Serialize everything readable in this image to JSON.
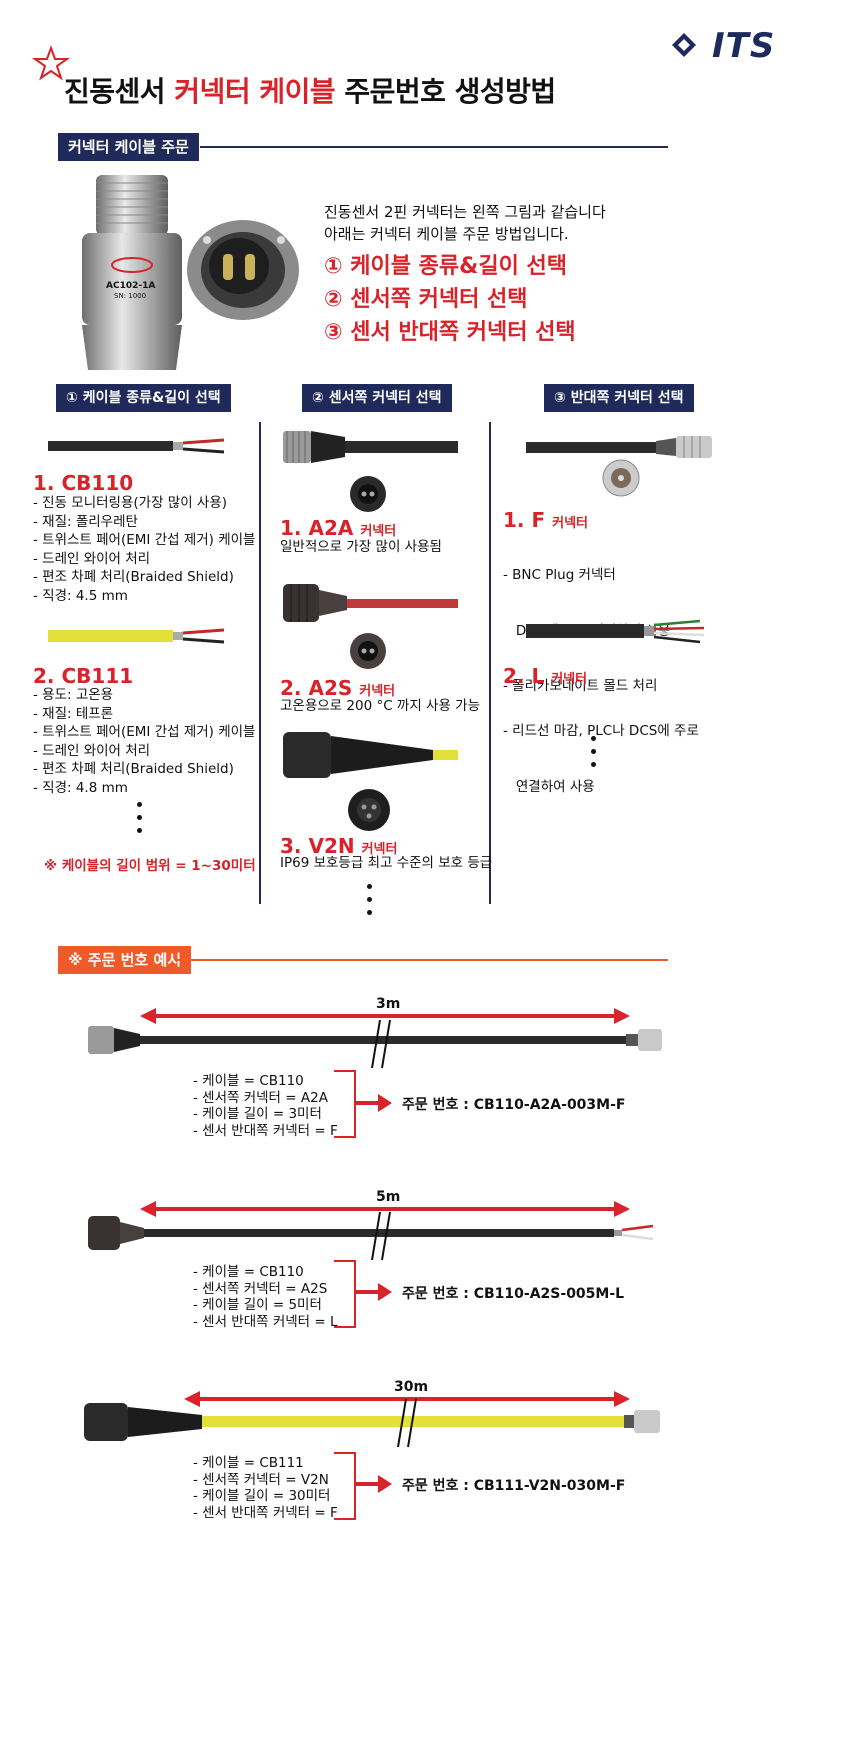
{
  "brand": {
    "logo_text": "ITS"
  },
  "title": {
    "part1": "진동센서 ",
    "part2": "커넥터 케이블",
    "part3": " 주문번호 생성방법"
  },
  "section1": {
    "heading": "커넥터 케이블 주문"
  },
  "intro": {
    "line1": "진동센서 2핀 커넥터는 왼쪽 그림과 같습니다",
    "line2": "아래는 커넥터 케이블 주문 방법입니다.",
    "steps": [
      "① 케이블 종류&길이 선택",
      "② 센서쪽 커넥터 선택",
      "③ 센서 반대쪽 커넥터 선택"
    ]
  },
  "sensor": {
    "model": "AC102-1A",
    "sn": "SN: 1000"
  },
  "columns": {
    "col1": {
      "heading": "① 케이블 종류&길이 선택",
      "items": [
        {
          "name": "1.  CB110",
          "lines": [
            "- 진동 모니터링용(가장 많이 사용)",
            "- 재질: 폴리우레탄",
            "- 트위스트 페어(EMI 간섭 제거) 케이블",
            "- 드레인 와이어 처리",
            "- 편조 차폐 처리(Braided Shield)",
            "- 직경: 4.5 mm"
          ],
          "color": "#2b2b2b"
        },
        {
          "name": "2.  CB111",
          "lines": [
            "- 용도: 고온용",
            "- 재질: 테프론",
            "- 트위스트 페어(EMI 간섭 제거) 케이블",
            "- 드레인 와이어 처리",
            "- 편조 차폐 처리(Braided Shield)",
            "- 직경: 4.8 mm"
          ],
          "color": "#e4e03a"
        }
      ],
      "note": "※ 케이블의 길이  범위 = 1~30미터"
    },
    "col2": {
      "heading": "② 센서쪽 커넥터 선택",
      "items": [
        {
          "name": "1.  A2A",
          "suffix": "커넥터",
          "desc": "일반적으로 가장 많이 사용됨"
        },
        {
          "name": "2.  A2S",
          "suffix": "커넥터",
          "desc": "고온용으로 200 °C 까지 사용 가능"
        },
        {
          "name": "3.  V2N",
          "suffix": "커넥터",
          "desc": "IP69 보호등급 최고 수준의 보호 등급"
        }
      ]
    },
    "col3": {
      "heading": "③ 반대쪽 커넥터 선택",
      "items": [
        {
          "name": "1. F",
          "suffix": "커넥터",
          "lines": [
            "- BNC Plug 커넥터",
            "   DAQ에 주로 연결하여 사용",
            "- 폴리카보네이트 몰드 처리"
          ]
        },
        {
          "name": "2. L",
          "suffix": "커넥터",
          "lines": [
            "- 리드선 마감, PLC나 DCS에 주로",
            "   연결하여 사용"
          ]
        }
      ]
    }
  },
  "section2": {
    "heading": "※ 주문 번호 예시"
  },
  "examples": [
    {
      "length": "3m",
      "specs": [
        "- 케이블 = CB110",
        "- 센서쪽 커넥터 = A2A",
        "- 케이블 길이 = 3미터",
        "- 센서 반대쪽 커넥터 = F"
      ],
      "order": "주문 번호 : CB110-A2A-003M-F",
      "cable_color": "#2b2b2b"
    },
    {
      "length": "5m",
      "specs": [
        "- 케이블 = CB110",
        "- 센서쪽 커넥터 = A2S",
        "- 케이블 길이 = 5미터",
        "- 센서 반대쪽 커넥터 = L"
      ],
      "order": "주문 번호 : CB110-A2S-005M-L",
      "cable_color": "#2b2b2b"
    },
    {
      "length": "30m",
      "specs": [
        "- 케이블 = CB111",
        "- 센서쪽 커넥터 = V2N",
        "- 케이블 길이 = 30미터",
        "- 센서 반대쪽 커넥터 = F"
      ],
      "order": "주문 번호 : CB111-V2N-030M-F",
      "cable_color": "#e4e03a"
    }
  ],
  "colors": {
    "navy": "#1f2a5a",
    "red": "#d8232a",
    "orange": "#ef5a2a"
  }
}
